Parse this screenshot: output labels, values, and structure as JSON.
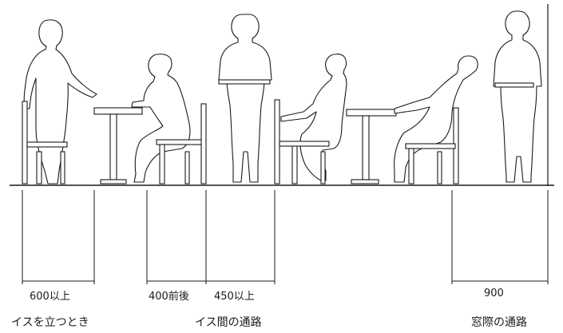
{
  "dimensions": {
    "seat_standing": "600以上",
    "seat_depth": "400前後",
    "between_chairs": "450以上",
    "window_passage": "900"
  },
  "captions": {
    "standing_up": "イスを立つとき",
    "aisle_between_chairs": "イス間の通路",
    "window_side_aisle": "窓際の通路"
  }
}
